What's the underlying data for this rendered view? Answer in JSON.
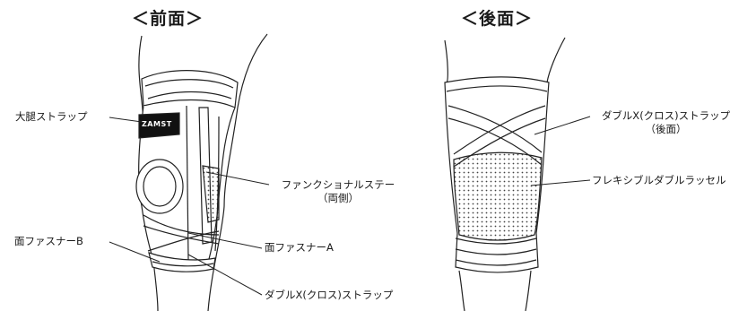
{
  "headings": {
    "front": "＜前面＞",
    "back": "＜後面＞"
  },
  "front_labels": {
    "thigh_strap": "大腿ストラップ",
    "functional_stay": "ファンクショナルステー",
    "functional_stay_note": "（両側）",
    "fastener_b": "面ファスナーB",
    "fastener_a": "面ファスナーA",
    "double_x_strap": "ダブルX(クロス)ストラップ"
  },
  "back_labels": {
    "double_x_strap": "ダブルX(クロス)ストラップ",
    "double_x_strap_note": "（後面）",
    "flexible_raschel": "フレキシブルダブルラッセル"
  },
  "logo_text": "ZAMST"
}
